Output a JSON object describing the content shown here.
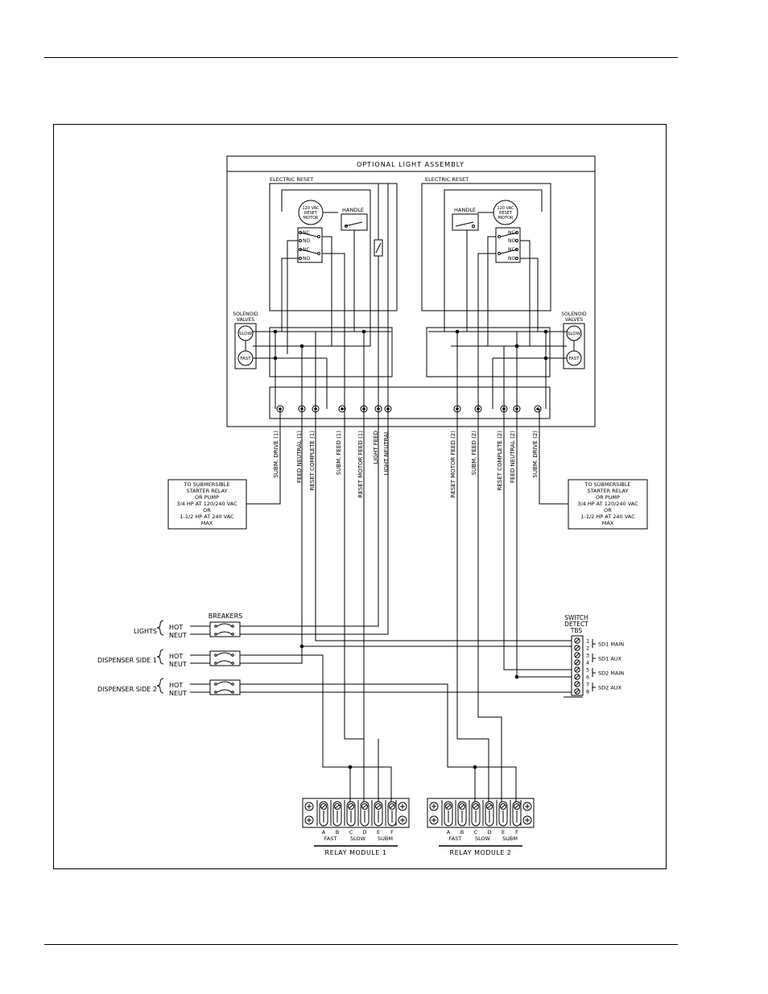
{
  "header": {
    "optional_light_assembly": "OPTIONAL LIGHT ASSEMBLY",
    "electric_reset": "ELECTRIC RESET",
    "handle": "HANDLE",
    "motor_line1": "120 VAC",
    "motor_line2": "RESET",
    "motor_line3": "MOTOR",
    "nc": "NC",
    "no": "NO",
    "solenoid_line1": "SOLENOID",
    "solenoid_line2": "VALVES",
    "slow": "SLOW",
    "fast": "FAST"
  },
  "wires_left": [
    "SUBM. DRIVE (1)",
    "FEED NEUTRAL (1)",
    "RESET COMPLETE (1)",
    "SUBM. FEED (1)",
    "RESET MOTOR FEED (1)",
    "LIGHT FEED",
    "LIGHT NEUTRAL"
  ],
  "wires_right": [
    "RESET MOTOR FEED (2)",
    "SUBM. FEED (2)",
    "RESET COMPLETE (2)",
    "FEED NEUTRAL (2)",
    "SUBM. DRIVE (2)"
  ],
  "starter_box": [
    "TO SUBMERSIBLE",
    "STARTER RELAY",
    "OR PUMP",
    "3/4 HP AT 120/240 VAC",
    "OR",
    "1-1/2 HP AT 240 VAC",
    "MAX"
  ],
  "breakers": {
    "title": "BREAKERS",
    "circuits": [
      {
        "name": "LIGHTS",
        "hot": "HOT",
        "neut": "NEUT"
      },
      {
        "name": "DISPENSER SIDE 1",
        "hot": "HOT",
        "neut": "NEUT"
      },
      {
        "name": "DISPENSER SIDE 2",
        "hot": "HOT",
        "neut": "NEUT"
      }
    ]
  },
  "switch_detect": {
    "title_line1": "SWITCH",
    "title_line2": "DETECT",
    "title_line3": "TBS",
    "terminals": [
      "1",
      "2",
      "3",
      "4",
      "5",
      "6",
      "7",
      "8"
    ],
    "labels": [
      "SD1 MAIN",
      "SD1 AUX",
      "SD2 MAIN",
      "SD2 AUX"
    ]
  },
  "relay_modules": [
    {
      "title": "RELAY MODULE 1",
      "letters": [
        "A",
        "B",
        "C",
        "D",
        "E",
        "F"
      ],
      "groups": [
        "FAST",
        "SLOW",
        "SUBM"
      ]
    },
    {
      "title": "RELAY MODULE 2",
      "letters": [
        "A",
        "B",
        "C",
        "D",
        "E",
        "F"
      ],
      "groups": [
        "FAST",
        "SLOW",
        "SUBM"
      ]
    }
  ]
}
